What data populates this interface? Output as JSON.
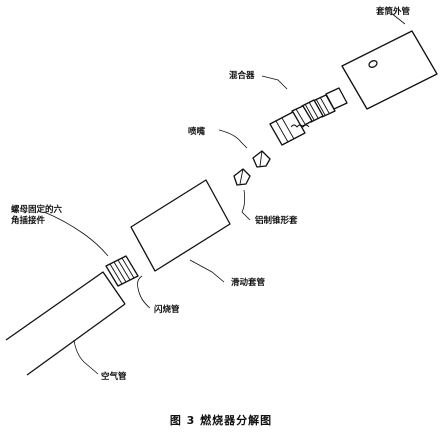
{
  "labels": {
    "outer_sleeve": "套筒外管",
    "mixer": "混合器",
    "nozzle": "喷嘴",
    "cone_sleeve": "铝制锥形套",
    "nut_fitting_line1": "螺母固定的六",
    "nut_fitting_line2": "角插接件",
    "sliding_sleeve": "滑动套管",
    "flash_tube": "闪烧管",
    "air_tube": "空气管"
  },
  "caption": "图 3   燃烧器分解图"
}
